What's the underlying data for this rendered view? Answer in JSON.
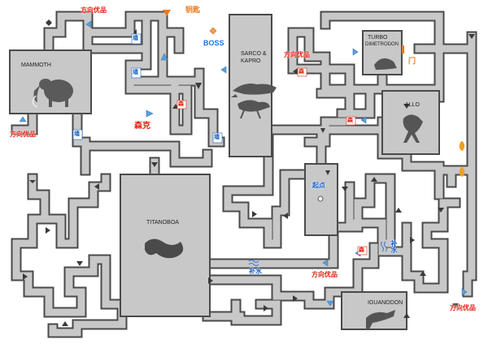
{
  "map": {
    "zones": {
      "mammoth": "MAMMOTH",
      "sarco": "SARCO &",
      "sarco2": "KAPRO",
      "turbo": "TURBO",
      "turbo2": "DIMETRODON",
      "allo": "ALLO",
      "titanoboa": "TITANOBOA",
      "iguanodon": "IGUANODON"
    },
    "labels": {
      "fangxiang_top": "方向优品",
      "fangxiang_left": "方向优品",
      "fangxiang_sarco": "方向优品",
      "fangxiang_mid": "方向优品",
      "fangxiang_right": "方向优品",
      "key": "钥匙",
      "boss": "BOSS",
      "door": "门",
      "start": "起点",
      "supply_mid": "补水",
      "supply_right": "补水",
      "thicket": "森克",
      "bridge1": "墙",
      "bridge2": "墙",
      "bridge3": "墙",
      "bridge4": "墙",
      "red_small1": "森",
      "red_small2": "森",
      "red_small3": "森",
      "red_small4": "森"
    },
    "colors": {
      "floor": "#c8c8c8",
      "wall": "#4a4a4a",
      "arrow_blue": "#5aa0d8",
      "arrow_dark": "#3a3a3a",
      "accent_red": "#e02010",
      "accent_blue": "#1460c8",
      "accent_orange": "#f07818"
    },
    "icons": [
      "mammoth-icon",
      "sarcosuchus-icon",
      "kaprosuchus-icon",
      "dimetrodon-icon",
      "allosaurus-icon",
      "titanoboa-icon",
      "iguanodon-icon",
      "key-icon",
      "boss-icon",
      "flame-icon",
      "water-icon"
    ]
  }
}
